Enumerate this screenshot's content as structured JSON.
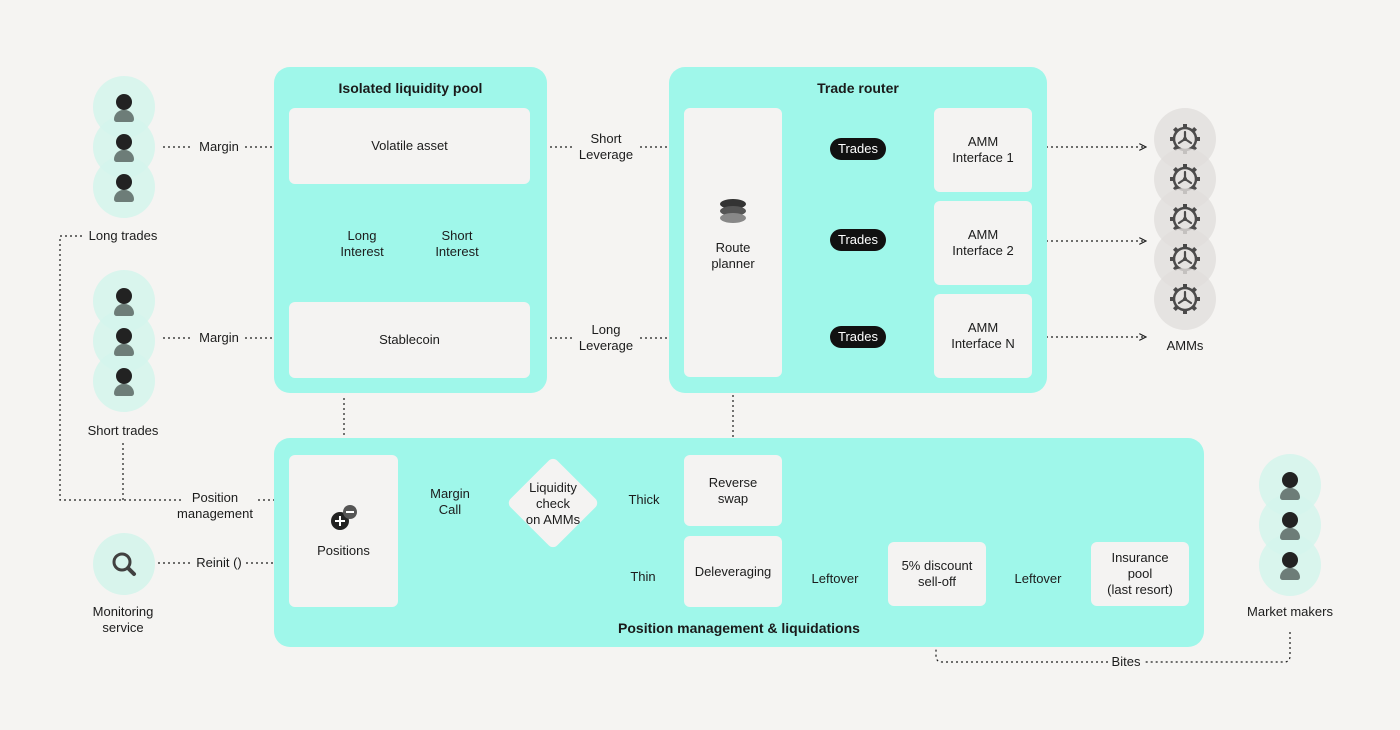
{
  "panels": {
    "pool": "Isolated liquidity pool",
    "router": "Trade router",
    "liquidation": "Position management & liquidations"
  },
  "boxes": {
    "volatile": "Volatile asset",
    "stablecoin": "Stablecoin",
    "route_planner_1": "Route",
    "route_planner_2": "planner",
    "amm1_1": "AMM",
    "amm1_2": "Interface 1",
    "amm2_1": "AMM",
    "amm2_2": "Interface 2",
    "ammn_1": "AMM",
    "ammn_2": "Interface N",
    "positions": "Positions",
    "reverse_1": "Reverse",
    "reverse_2": "swap",
    "deleveraging": "Deleveraging",
    "discount_1": "5% discount",
    "discount_2": "sell-off",
    "insurance_1": "Insurance",
    "insurance_2": "pool",
    "insurance_3": "(last resort)",
    "liquidity_1": "Liquidity",
    "liquidity_2": "check",
    "liquidity_3": "on AMMs"
  },
  "actors": {
    "long_trades": "Long trades",
    "short_trades": "Short trades",
    "monitoring_1": "Monitoring",
    "monitoring_2": "service",
    "amms": "AMMs",
    "market_makers": "Market makers"
  },
  "edge_labels": {
    "margin_long": "Margin",
    "margin_short": "Margin",
    "short_leverage_1": "Short",
    "short_leverage_2": "Leverage",
    "long_leverage_1": "Long",
    "long_leverage_2": "Leverage",
    "long_interest_1": "Long",
    "long_interest_2": "Interest",
    "short_interest_1": "Short",
    "short_interest_2": "Interest",
    "trades_1": "Trades",
    "trades_2": "Trades",
    "trades_3": "Trades",
    "position_mgmt_1": "Position",
    "position_mgmt_2": "management",
    "reinit": "Reinit ()",
    "margin_call_1": "Margin",
    "margin_call_2": "Call",
    "thick": "Thick",
    "thin": "Thin",
    "leftover_1": "Leftover",
    "leftover_2": "Leftover",
    "bites": "Bites"
  },
  "colors": {
    "panel": "#9ff7ea",
    "box": "#f4f3f2",
    "background": "#f5f4f2",
    "pill": "#111111"
  }
}
